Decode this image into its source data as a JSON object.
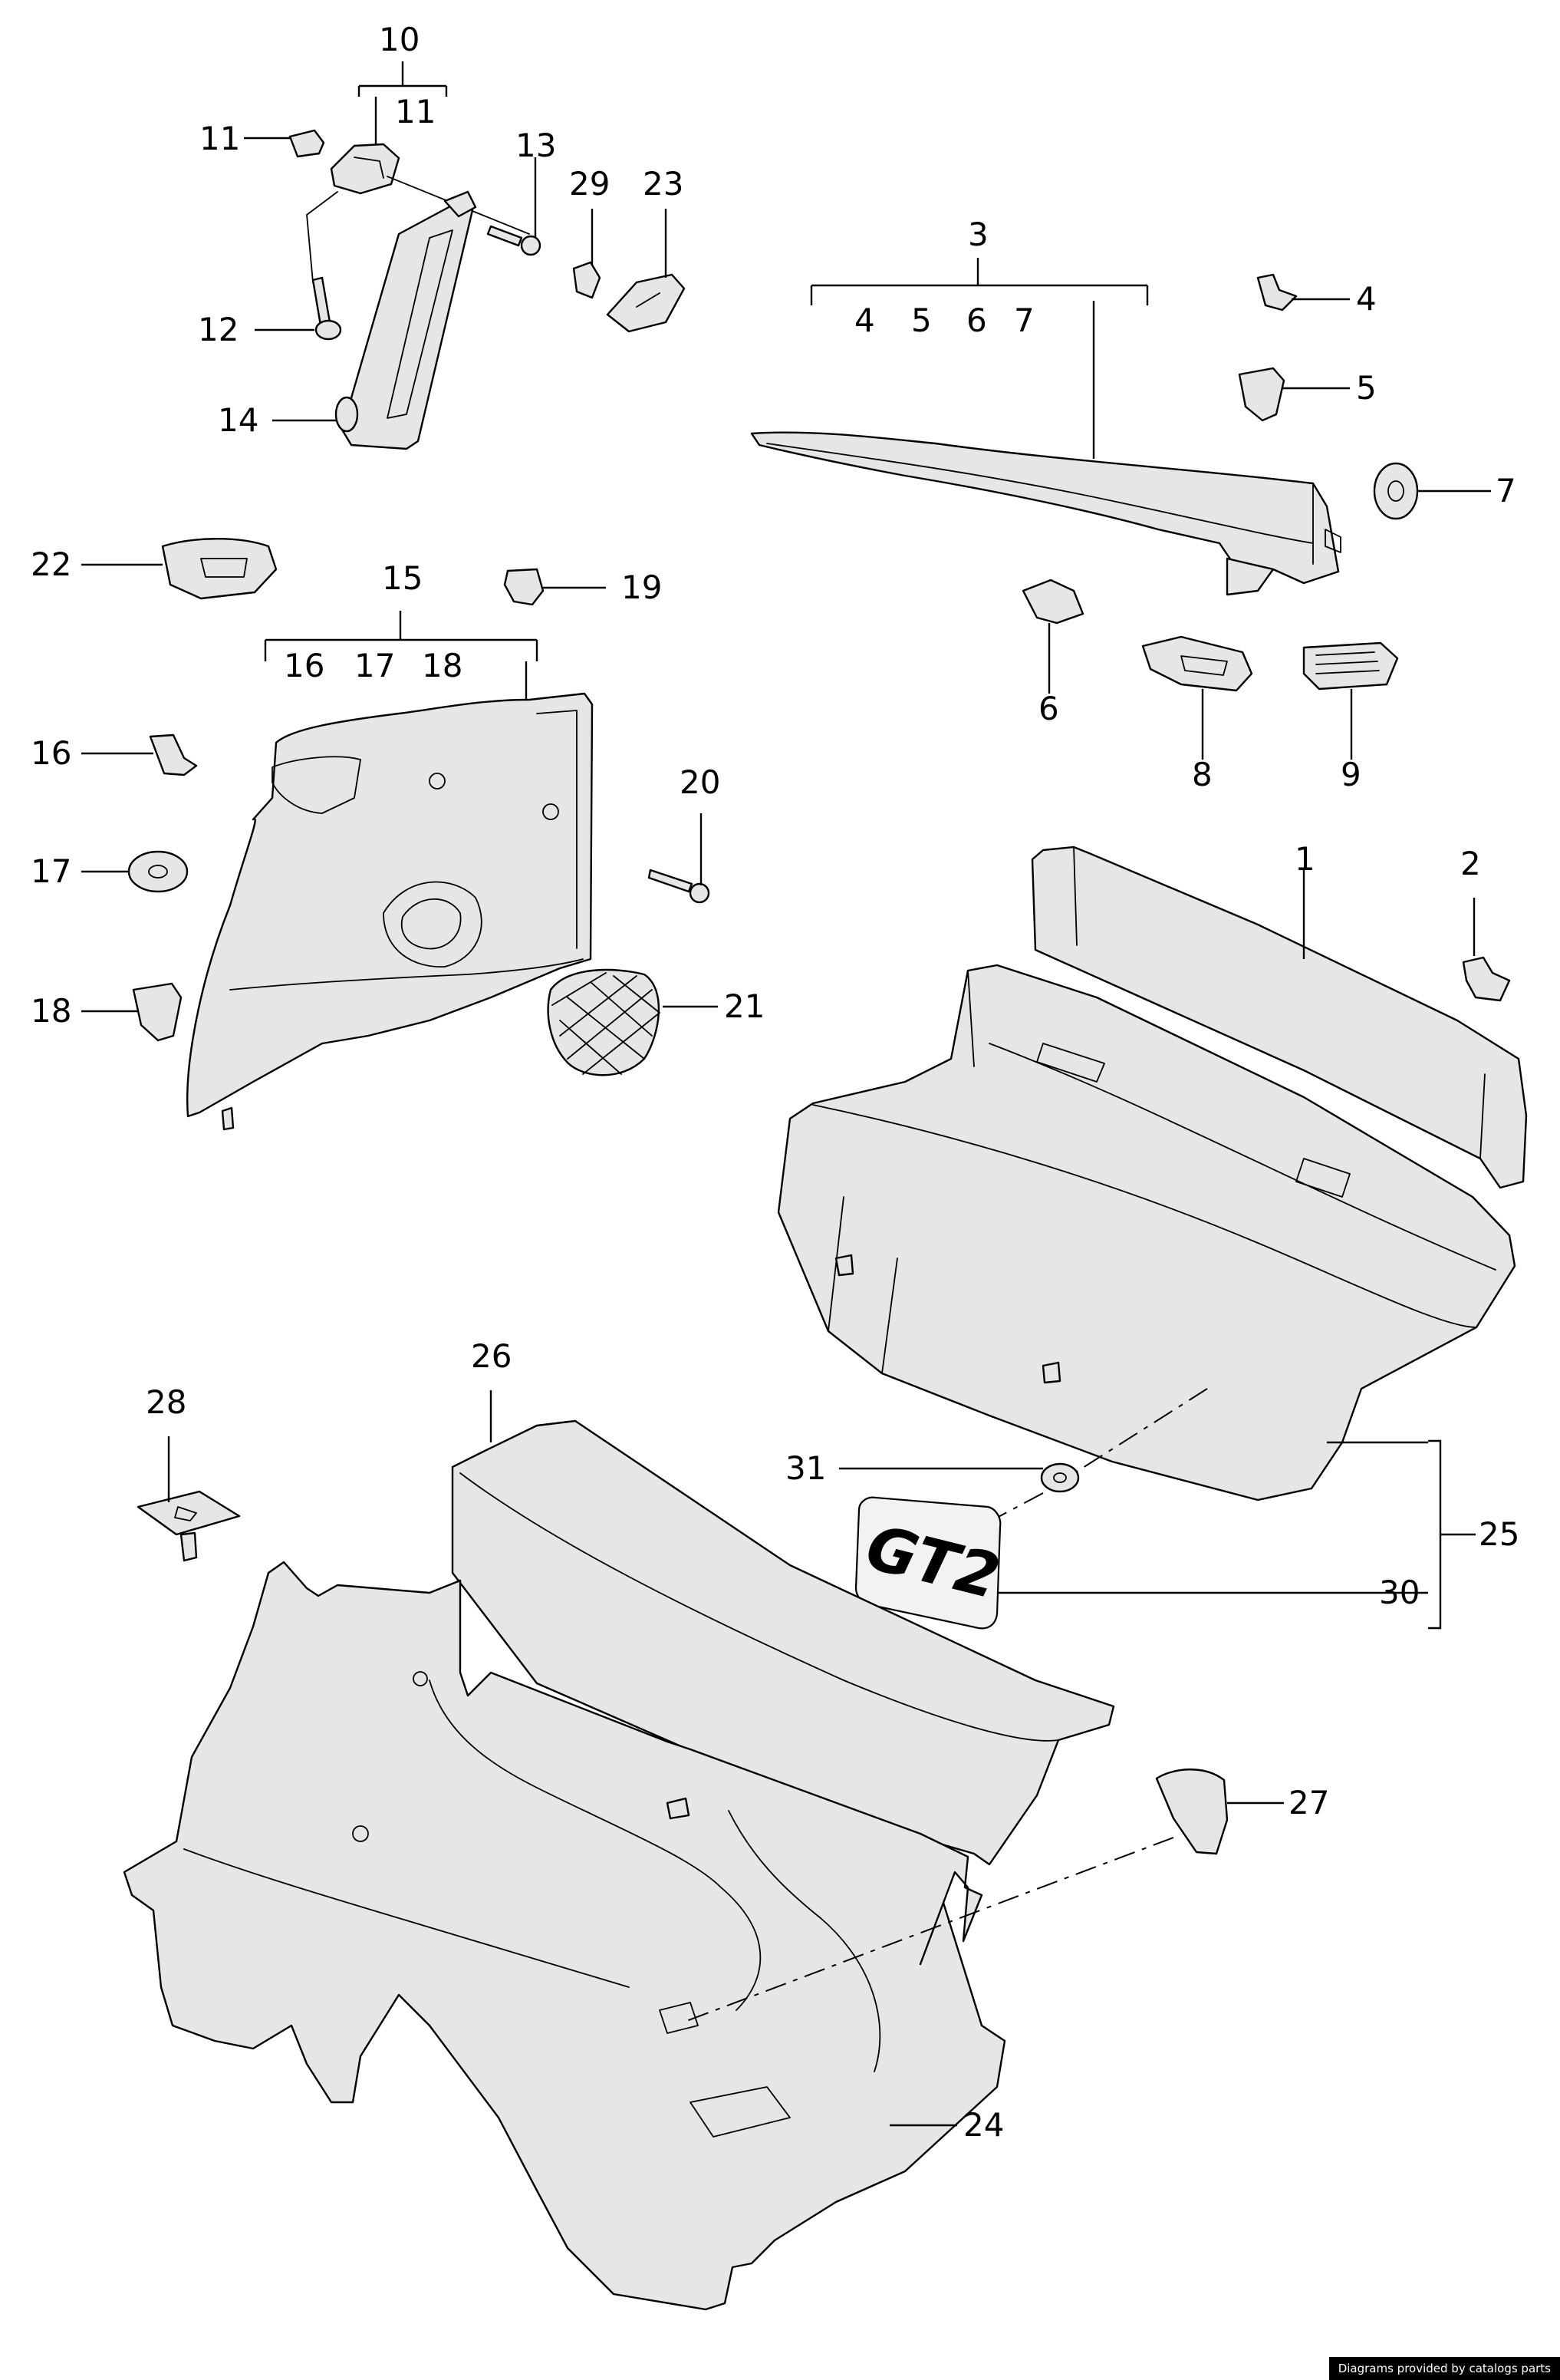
{
  "diagram": {
    "callouts": [
      {
        "id": "c1",
        "label": "1"
      },
      {
        "id": "c2",
        "label": "2"
      },
      {
        "id": "c3",
        "label": "3"
      },
      {
        "id": "c3-4",
        "label": "4"
      },
      {
        "id": "c3-5",
        "label": "5"
      },
      {
        "id": "c3-6",
        "label": "6"
      },
      {
        "id": "c3-7",
        "label": "7"
      },
      {
        "id": "c4",
        "label": "4"
      },
      {
        "id": "c5",
        "label": "5"
      },
      {
        "id": "c6",
        "label": "6"
      },
      {
        "id": "c7",
        "label": "7"
      },
      {
        "id": "c8",
        "label": "8"
      },
      {
        "id": "c9",
        "label": "9"
      },
      {
        "id": "c10",
        "label": "10"
      },
      {
        "id": "c10-11",
        "label": "11"
      },
      {
        "id": "c11",
        "label": "11"
      },
      {
        "id": "c12",
        "label": "12"
      },
      {
        "id": "c13",
        "label": "13"
      },
      {
        "id": "c14",
        "label": "14"
      },
      {
        "id": "c15",
        "label": "15"
      },
      {
        "id": "c15-16",
        "label": "16"
      },
      {
        "id": "c15-17",
        "label": "17"
      },
      {
        "id": "c15-18",
        "label": "18"
      },
      {
        "id": "c16",
        "label": "16"
      },
      {
        "id": "c17",
        "label": "17"
      },
      {
        "id": "c18",
        "label": "18"
      },
      {
        "id": "c19",
        "label": "19"
      },
      {
        "id": "c20",
        "label": "20"
      },
      {
        "id": "c21",
        "label": "21"
      },
      {
        "id": "c22",
        "label": "22"
      },
      {
        "id": "c23",
        "label": "23"
      },
      {
        "id": "c24",
        "label": "24"
      },
      {
        "id": "c25",
        "label": "25"
      },
      {
        "id": "c26",
        "label": "26"
      },
      {
        "id": "c27",
        "label": "27"
      },
      {
        "id": "c28",
        "label": "28"
      },
      {
        "id": "c29",
        "label": "29"
      },
      {
        "id": "c30",
        "label": "30"
      },
      {
        "id": "c31",
        "label": "31"
      }
    ],
    "badge_text": "GT2",
    "credit": "Diagrams provided by catalogs parts"
  }
}
